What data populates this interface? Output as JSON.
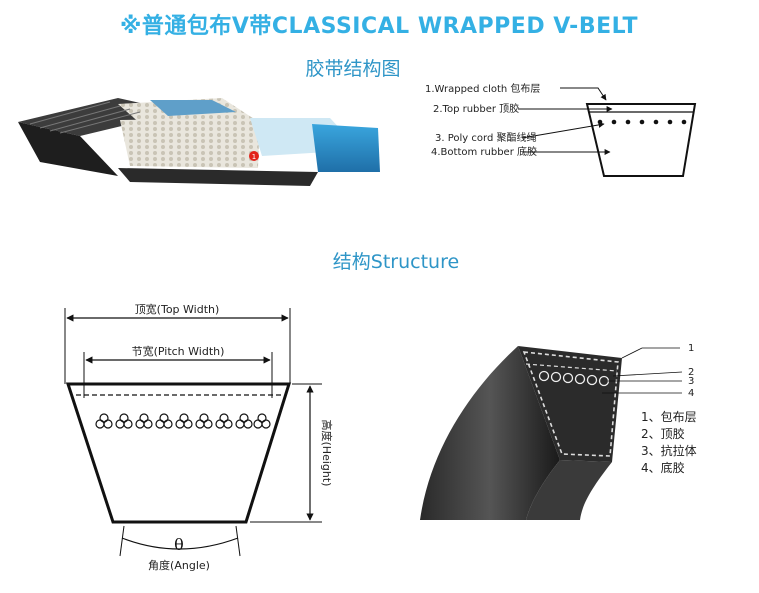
{
  "title": "※普通包布V带CLASSICAL WRAPPED V-BELT",
  "section1_title": "胶带结构图",
  "section2_title": "结构Structure",
  "layer_callouts": [
    "1.Wrapped cloth 包布层",
    "2.Top rubber 顶胶",
    "3. Poly cord 聚酯线绳",
    "4.Bottom rubber 底胶"
  ],
  "photo_marker": "1",
  "dimension_labels": {
    "top_width": "顶宽(Top Width)",
    "pitch_width": "节宽(Pitch Width)",
    "height": "高度(Height)",
    "angle_symbol": "θ",
    "angle": "角度(Angle)"
  },
  "section_numbers": [
    "1",
    "2",
    "3",
    "4"
  ],
  "legend": [
    "1、包布层",
    "2、顶胶",
    "3、抗拉体",
    "4、底胶"
  ]
}
